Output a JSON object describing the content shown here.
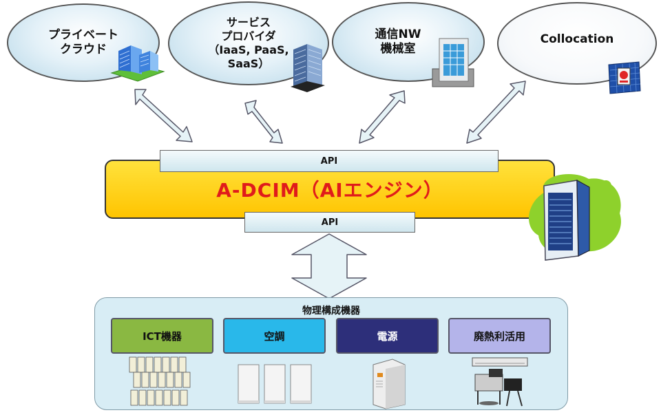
{
  "clouds": {
    "private_cloud": "プライベート\nクラウド",
    "service_provider": "サービス\nプロバイダ\n（IaaS, PaaS,\nSaaS）",
    "carrier_room": "通信NW\n機械室",
    "colocation": "Collocation"
  },
  "api": {
    "top_label": "API",
    "bottom_label": "API"
  },
  "engine": {
    "title": "A-DCIM（AIエンジン）"
  },
  "physical": {
    "title": "物理構成機器",
    "categories": [
      {
        "label": "ICT機器",
        "color": "#8ab842",
        "text_color": "#111111"
      },
      {
        "label": "空調",
        "color": "#29b8ea",
        "text_color": "#111111"
      },
      {
        "label": "電源",
        "color": "#2d2f7a",
        "text_color": "#ffffff"
      },
      {
        "label": "廃熱利活用",
        "color": "#b4b4ea",
        "text_color": "#111111"
      }
    ]
  },
  "colors": {
    "engine_text": "#e01b1b",
    "engine_fill": "#ffd000",
    "api_fill": "#d9eef4",
    "arrow_fill": "#e6f3f7"
  },
  "icons": [
    "building-icon",
    "office-tower-icon",
    "datacenter-building-icon",
    "colocation-badge-icon",
    "server-rack-icon",
    "server-cluster-icon",
    "air-conditioner-icon",
    "power-unit-icon",
    "heat-reuse-icon"
  ]
}
